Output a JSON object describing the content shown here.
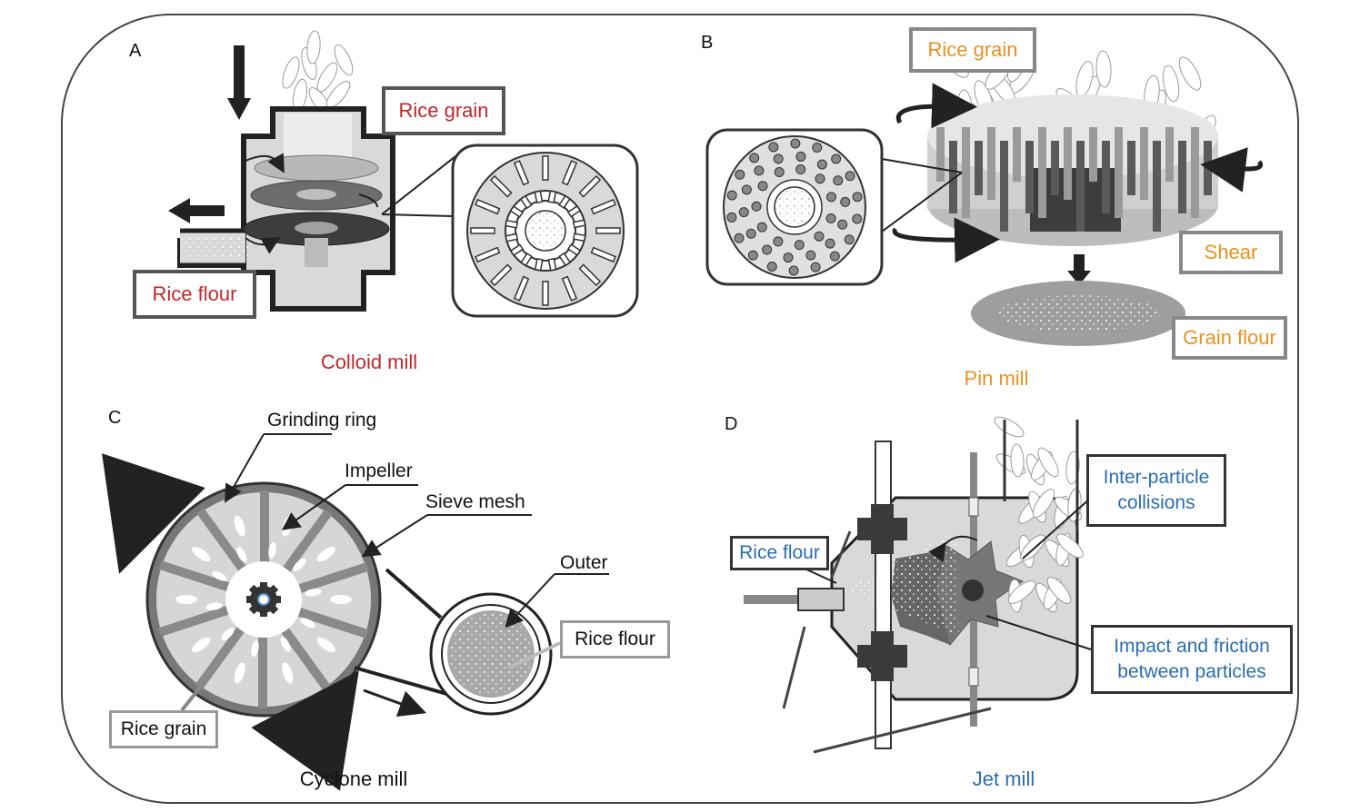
{
  "panels": {
    "A": {
      "letter": "A",
      "caption": "Colloid mill",
      "labels": {
        "rice_grain": "Rice grain",
        "rice_flour": "Rice flour"
      }
    },
    "B": {
      "letter": "B",
      "caption": "Pin mill",
      "labels": {
        "rice_grain": "Rice grain",
        "shear": "Shear",
        "grain_flour": "Grain flour"
      }
    },
    "C": {
      "letter": "C",
      "caption": "Cyclone mill",
      "labels": {
        "grinding_ring": "Grinding ring",
        "impeller": "Impeller",
        "sieve_mesh": "Sieve mesh",
        "outer": "Outer",
        "rice_flour": "Rice flour",
        "rice_grain": "Rice grain"
      }
    },
    "D": {
      "letter": "D",
      "caption": "Jet mill",
      "labels": {
        "rice_flour": "Rice flour",
        "inter_particle_1": "Inter-particle",
        "inter_particle_2": "collisions",
        "impact_1": "Impact and friction",
        "impact_2": "between particles"
      }
    }
  },
  "colors": {
    "red": "#c0272d",
    "orange": "#e8921e",
    "blue": "#2a6cb0",
    "dark": "#333333",
    "gray_light": "#d9d9d9",
    "gray_mid": "#a6a6a6"
  }
}
